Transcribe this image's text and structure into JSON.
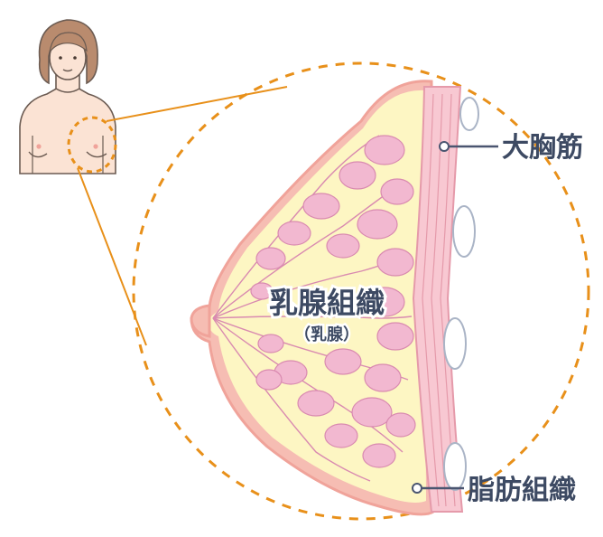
{
  "labels": {
    "pectoralis_major": "大胸筋",
    "mammary_tissue": "乳腺組織",
    "mammary_tissue_sub": "（乳腺）",
    "adipose_tissue": "脂肪組織"
  },
  "colors": {
    "outline_orange": "#e8901a",
    "skin": "#fbe3d4",
    "skin_outline": "#6b5b52",
    "hair": "#b98b6e",
    "breast_outline": "#f0a39a",
    "breast_fill": "#f6bdb3",
    "fat_yellow": "#fdf6c3",
    "gland_pink": "#f2b8d0",
    "gland_dark": "#d98ab0",
    "muscle_pink": "#f8c8d2",
    "muscle_line": "#e59aaa",
    "label_text": "#3d4a63",
    "leader_line": "#4a5570"
  }
}
